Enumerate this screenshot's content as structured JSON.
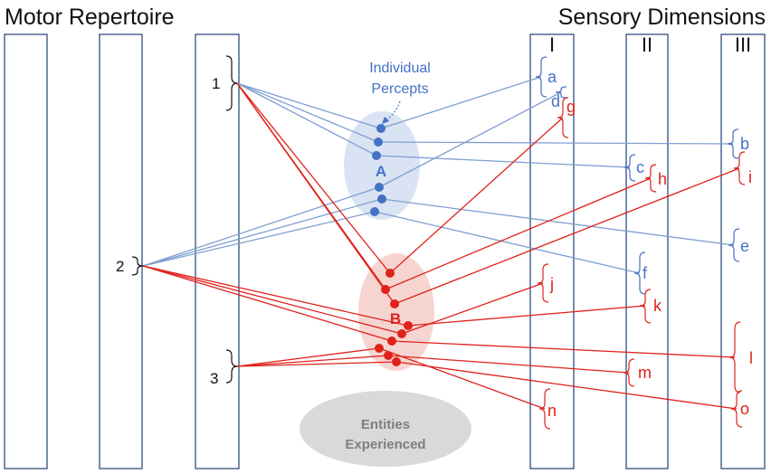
{
  "headings": {
    "motor": "Motor Repertoire",
    "sensory": "Sensory Dimensions"
  },
  "dimension_labels": [
    "I",
    "II",
    "III"
  ],
  "motor_labels": [
    "1",
    "2",
    "3"
  ],
  "percepts_label": [
    "Individual",
    "Percepts"
  ],
  "cluster_labels": {
    "a": "A",
    "b": "B"
  },
  "entities_label": [
    "Entities",
    "Experienced"
  ],
  "sensory_labels": {
    "blue": [
      "a",
      "b",
      "c",
      "d",
      "e",
      "f"
    ],
    "red": [
      "g",
      "h",
      "i",
      "j",
      "k",
      "l",
      "m",
      "n",
      "o"
    ]
  },
  "colors": {
    "blue": "#4472c4",
    "blue_line": "#7f9fd1",
    "red": "#e0221b",
    "column_border": "#2f4f7f",
    "cluster_a_fill": "#dae3f3",
    "cluster_b_fill": "#f6d5d0",
    "entities_fill": "#d9d9d9",
    "entities_text": "#7f7f7f"
  }
}
